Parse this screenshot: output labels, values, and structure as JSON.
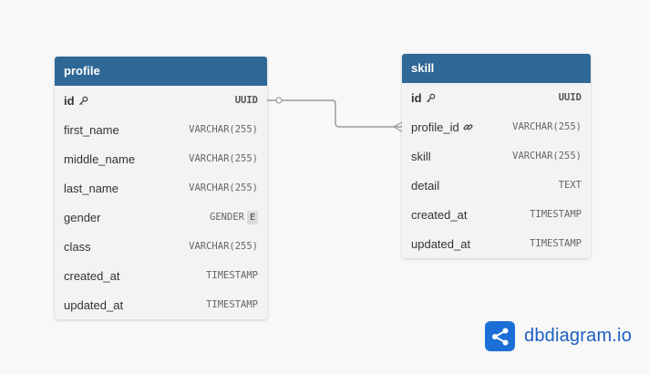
{
  "tables": {
    "profile": {
      "title": "profile",
      "columns": [
        {
          "name": "id",
          "type": "UUID"
        },
        {
          "name": "first_name",
          "type": "VARCHAR(255)"
        },
        {
          "name": "middle_name",
          "type": "VARCHAR(255)"
        },
        {
          "name": "last_name",
          "type": "VARCHAR(255)"
        },
        {
          "name": "gender",
          "type": "GENDER",
          "badge": "E"
        },
        {
          "name": "class",
          "type": "VARCHAR(255)"
        },
        {
          "name": "created_at",
          "type": "TIMESTAMP"
        },
        {
          "name": "updated_at",
          "type": "TIMESTAMP"
        }
      ]
    },
    "skill": {
      "title": "skill",
      "columns": [
        {
          "name": "id",
          "type": "UUID"
        },
        {
          "name": "profile_id",
          "type": "VARCHAR(255)"
        },
        {
          "name": "skill",
          "type": "VARCHAR(255)"
        },
        {
          "name": "detail",
          "type": "TEXT"
        },
        {
          "name": "created_at",
          "type": "TIMESTAMP"
        },
        {
          "name": "updated_at",
          "type": "TIMESTAMP"
        }
      ]
    }
  },
  "relationship": {
    "from": "profile.id",
    "to": "skill.profile_id",
    "cardinality": "one-to-many"
  },
  "icons": {
    "primary_key": "key-icon",
    "foreign_key": "link-icon",
    "brand_logo": "share-icon"
  },
  "colors": {
    "header": "#2f6896",
    "background": "#f8f8f8",
    "brand": "#1b6fd6"
  },
  "brand": {
    "name": "dbdiagram.io"
  }
}
